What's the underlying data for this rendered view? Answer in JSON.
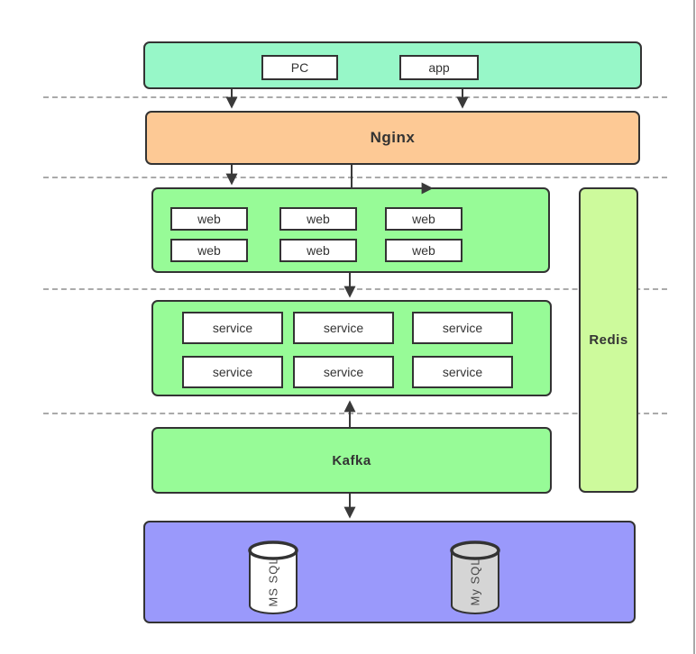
{
  "client_layer": {
    "pc": "PC",
    "app": "app"
  },
  "nginx": {
    "label": "Nginx"
  },
  "web_layer": {
    "items": [
      "web",
      "web",
      "web",
      "web",
      "web",
      "web"
    ]
  },
  "service_layer": {
    "items": [
      "service",
      "service",
      "service",
      "service",
      "service",
      "service"
    ]
  },
  "redis": {
    "label": "Redis"
  },
  "kafka": {
    "label": "Kafka"
  },
  "data_layer": {
    "databases": [
      {
        "label": "MS SQL"
      },
      {
        "label": "My SQL"
      }
    ]
  },
  "colors": {
    "mint": "#97f7c8",
    "orange": "#fdc995",
    "green": "#97fb97",
    "redis_green": "#cdfa9c",
    "purple": "#9a99fb",
    "cylinder_white": "#ffffff",
    "cylinder_gray": "#d5d5d5",
    "node_border": "#333333",
    "dashed_line": "#aaaaaa",
    "arrow": "#3a3a3a"
  }
}
